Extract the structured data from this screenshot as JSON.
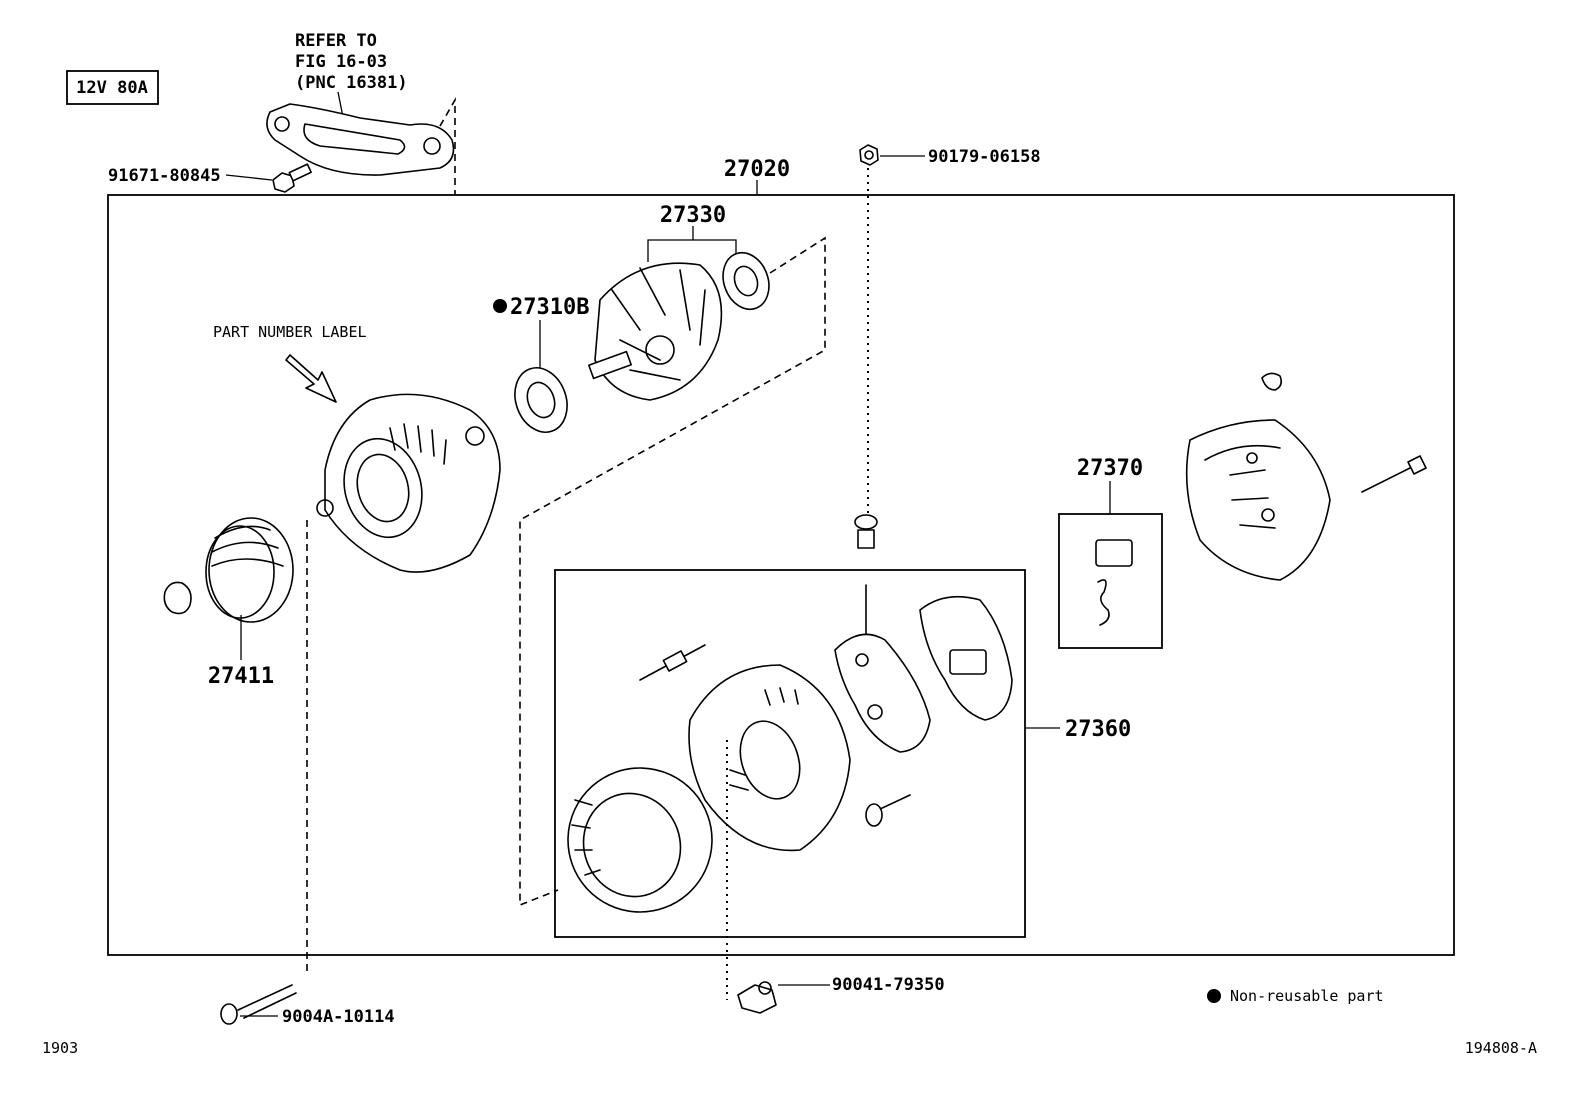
{
  "spec_label": "12V 80A",
  "refer_note": [
    "REFER TO",
    "FIG 16-03",
    "(PNC 16381)"
  ],
  "part_number_label": "PART NUMBER LABEL",
  "parts": {
    "p91671": "91671-80845",
    "p27020": "27020",
    "p90179": "90179-06158",
    "p27330": "27330",
    "p27310B": "27310B",
    "p27370": "27370",
    "p27411": "27411",
    "p27360": "27360",
    "p90041": "90041-79350",
    "p9004A": "9004A-10114"
  },
  "non_reusable_legend": "Non-reusable part",
  "footer": {
    "left_code": "1903",
    "right_code": "194808-A"
  }
}
